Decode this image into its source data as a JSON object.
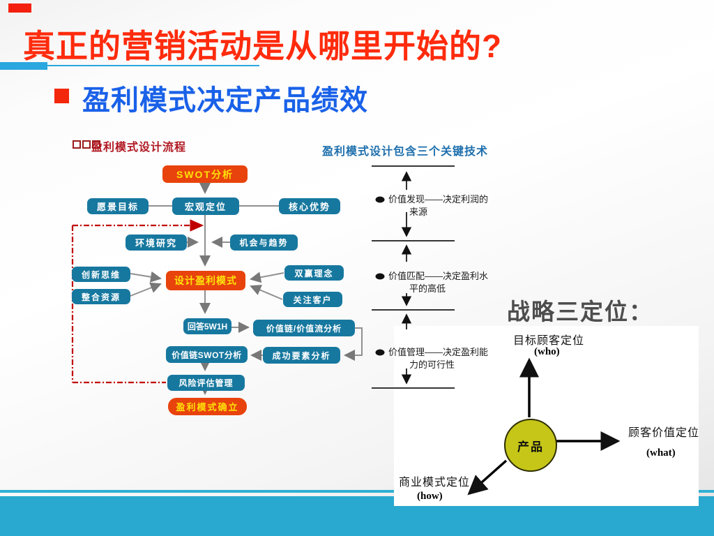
{
  "slide": {
    "title": "真正的营销活动是从哪里开始的?",
    "bullet_text": "盈利模式决定产品绩效"
  },
  "flowchart": {
    "header": "盈利模式设计流程",
    "nodes": {
      "swot": "SWOT分析",
      "vision": "愿景目标",
      "macro": "宏观定位",
      "core": "核心优势",
      "env": "环境研究",
      "opportunity": "机会与趋势",
      "innovation": "创新思维",
      "integration": "整合资源",
      "design": "设计盈利模式",
      "winwin": "双赢理念",
      "customer": "关注客户",
      "answer": "回答5W1H",
      "valuechain": "价值链/价值流分析",
      "success": "成功要素分析",
      "chain_swot": "价值链SWOT分析",
      "risk": "风险评估管理",
      "establish": "盈利模式确立"
    }
  },
  "keytech": {
    "header": "盈利模式设计包含三个关键技术",
    "items": [
      {
        "line1": "价值发现——决定利润的",
        "line2": "来源"
      },
      {
        "line1": "价值匹配——决定盈利水",
        "line2": "平的高低"
      },
      {
        "line1": "价值管理——决定盈利能",
        "line2": "力的可行性"
      }
    ]
  },
  "positioning": {
    "title": "战略三定位：",
    "center_label": "产品",
    "axes": {
      "who": {
        "label": "目标顾客定位",
        "tag": "(who)"
      },
      "what": {
        "label": "顾客价值定位",
        "tag": "(what)"
      },
      "how": {
        "label": "商业模式定位",
        "tag": "(how)"
      }
    }
  },
  "colors": {
    "title_red": "#FF2B0D",
    "bullet_blue": "#1961E8",
    "teal_box": "#17789F",
    "orange_box": "#E8430C",
    "box_text_yellow": "#FFE10A",
    "accent_cyan": "#29A7DE",
    "dashed_red": "#C00000",
    "footer_band": "#29A9CF",
    "product_circle": "#C5C617"
  }
}
